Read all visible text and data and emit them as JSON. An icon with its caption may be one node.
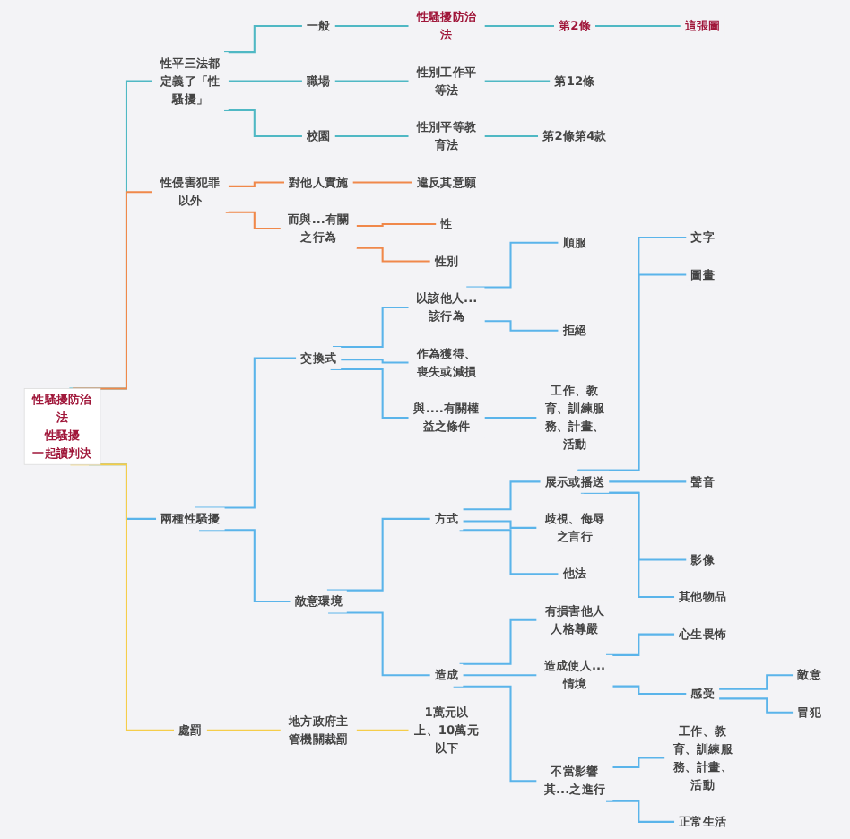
{
  "diagram": {
    "nodes": [
      {
        "text": [
          "性騷擾防治法",
          "性騷擾",
          "一起讀判決"
        ]
      },
      {
        "text": [
          "性平三法都定義了「性騷擾」"
        ]
      },
      {
        "text": [
          "一般"
        ]
      },
      {
        "text": [
          "性騷擾防治法"
        ]
      },
      {
        "text": [
          "第2條"
        ]
      },
      {
        "text": [
          "這張圖"
        ]
      },
      {
        "text": [
          "職場"
        ]
      },
      {
        "text": [
          "性別工作平等法"
        ]
      },
      {
        "text": [
          "第12條"
        ]
      },
      {
        "text": [
          "校園"
        ]
      },
      {
        "text": [
          "性別平等教育法"
        ]
      },
      {
        "text": [
          "第2條第4款"
        ]
      },
      {
        "text": [
          "性侵害犯罪以外"
        ]
      },
      {
        "text": [
          "對**他人**實施"
        ]
      },
      {
        "text": [
          "違反其意願"
        ]
      },
      {
        "text": [
          "而與...有關之**行為**"
        ]
      },
      {
        "text": [
          "性"
        ]
      },
      {
        "text": [
          "性別"
        ]
      },
      {
        "text": [
          "兩種性騷擾"
        ]
      },
      {
        "text": [
          "交換式"
        ]
      },
      {
        "text": [
          "以該他人...該行為"
        ]
      },
      {
        "text": [
          "順服"
        ]
      },
      {
        "text": [
          "拒絕"
        ]
      },
      {
        "text": [
          "作為獲得、喪失或減損"
        ]
      },
      {
        "text": [
          "與....有關權益之條件"
        ]
      },
      {
        "text": [
          "工作、教育、訓練服務、計畫、活動"
        ]
      },
      {
        "text": [
          "敵意環境"
        ]
      },
      {
        "text": [
          "方式"
        ]
      },
      {
        "text": [
          "展示或播送"
        ]
      },
      {
        "text": [
          "文字"
        ]
      },
      {
        "text": [
          "圖畫"
        ]
      },
      {
        "text": [
          "聲音"
        ]
      },
      {
        "text": [
          "影像"
        ]
      },
      {
        "text": [
          "其他物品"
        ]
      },
      {
        "text": [
          "歧視、侮辱之言行"
        ]
      },
      {
        "text": [
          "他法"
        ]
      },
      {
        "text": [
          "造成"
        ]
      },
      {
        "text": [
          "有損害他人人格尊嚴"
        ]
      },
      {
        "text": [
          "造成使人...情境"
        ]
      },
      {
        "text": [
          "心生畏怖"
        ]
      },
      {
        "text": [
          "感受"
        ]
      },
      {
        "text": [
          "敵意"
        ]
      },
      {
        "text": [
          "冒犯"
        ]
      },
      {
        "text": [
          "不當影響其...之進行"
        ]
      },
      {
        "text": [
          "工作、教育、訓練服務、計畫、活動"
        ]
      },
      {
        "text": [
          "正常生活"
        ]
      },
      {
        "text": [
          "處罰"
        ]
      },
      {
        "text": [
          "地方政府主管機關裁罰"
        ]
      },
      {
        "text": [
          "1萬元以上、10萬元以下"
        ]
      }
    ],
    "edges": [
      {
        "from": 0,
        "to": 1,
        "arrow": "none",
        "color": "#4fb8c4"
      },
      {
        "from": 1,
        "to": 2,
        "arrow": "none",
        "color": "#4fb8c4"
      },
      {
        "from": 2,
        "to": 3,
        "arrow": "none",
        "color": "#4fb8c4"
      },
      {
        "from": 3,
        "to": 4,
        "arrow": "none",
        "color": "#4fb8c4"
      },
      {
        "from": 4,
        "to": 5,
        "arrow": "none",
        "color": "#4fb8c4"
      },
      {
        "from": 1,
        "to": 6,
        "arrow": "none",
        "color": "#4fb8c4"
      },
      {
        "from": 6,
        "to": 7,
        "arrow": "none",
        "color": "#4fb8c4"
      },
      {
        "from": 7,
        "to": 8,
        "arrow": "none",
        "color": "#4fb8c4"
      },
      {
        "from": 1,
        "to": 9,
        "arrow": "none",
        "color": "#4fb8c4"
      },
      {
        "from": 9,
        "to": 10,
        "arrow": "none",
        "color": "#4fb8c4"
      },
      {
        "from": 10,
        "to": 11,
        "arrow": "none",
        "color": "#4fb8c4"
      },
      {
        "from": 0,
        "to": 12,
        "arrow": "none",
        "color": "#f0884a"
      },
      {
        "from": 12,
        "to": 13,
        "arrow": "none",
        "color": "#f0884a"
      },
      {
        "from": 13,
        "to": 14,
        "arrow": "none",
        "color": "#f0884a"
      },
      {
        "from": 12,
        "to": 15,
        "arrow": "none",
        "color": "#f0884a"
      },
      {
        "from": 15,
        "to": 16,
        "arrow": "none",
        "color": "#f0884a"
      },
      {
        "from": 15,
        "to": 17,
        "arrow": "none",
        "color": "#f0884a"
      },
      {
        "from": 0,
        "to": 18,
        "arrow": "none"
      },
      {
        "from": 18,
        "to": 19,
        "arrow": "none"
      },
      {
        "from": 19,
        "to": 20,
        "arrow": "none"
      },
      {
        "from": 20,
        "to": 21,
        "arrow": "none"
      },
      {
        "from": 20,
        "to": 22,
        "arrow": "none"
      },
      {
        "from": 19,
        "to": 23,
        "arrow": "none"
      },
      {
        "from": 19,
        "to": 24,
        "arrow": "none"
      },
      {
        "from": 24,
        "to": 25,
        "arrow": "none"
      },
      {
        "from": 18,
        "to": 26,
        "arrow": "none"
      },
      {
        "from": 26,
        "to": 27,
        "arrow": "none"
      },
      {
        "from": 27,
        "to": 28,
        "arrow": "none"
      },
      {
        "from": 28,
        "to": 29,
        "arrow": "none"
      },
      {
        "from": 28,
        "to": 30,
        "arrow": "none"
      },
      {
        "from": 28,
        "to": 31,
        "arrow": "none"
      },
      {
        "from": 28,
        "to": 32,
        "arrow": "none"
      },
      {
        "from": 28,
        "to": 33,
        "arrow": "none"
      },
      {
        "from": 27,
        "to": 34,
        "arrow": "none"
      },
      {
        "from": 27,
        "to": 35,
        "arrow": "none"
      },
      {
        "from": 26,
        "to": 36,
        "arrow": "none"
      },
      {
        "from": 36,
        "to": 37,
        "arrow": "none"
      },
      {
        "from": 36,
        "to": 38,
        "arrow": "none"
      },
      {
        "from": 38,
        "to": 39,
        "arrow": "none"
      },
      {
        "from": 38,
        "to": 40,
        "arrow": "none"
      },
      {
        "from": 40,
        "to": 41,
        "arrow": "none"
      },
      {
        "from": 40,
        "to": 42,
        "arrow": "none"
      },
      {
        "from": 36,
        "to": 43,
        "arrow": "none"
      },
      {
        "from": 43,
        "to": 44,
        "arrow": "none"
      },
      {
        "from": 43,
        "to": 45,
        "arrow": "none"
      },
      {
        "from": 0,
        "to": 46,
        "arrow": "none",
        "color": "#f5cd4a"
      },
      {
        "from": 46,
        "to": 47,
        "arrow": "none",
        "color": "#f5cd4a"
      },
      {
        "from": 47,
        "to": 48,
        "arrow": "none",
        "color": "#f5cd4a"
      }
    ]
  }
}
